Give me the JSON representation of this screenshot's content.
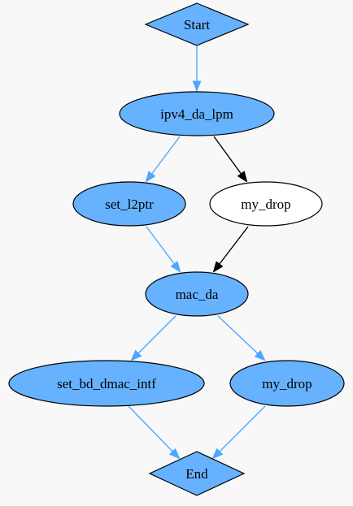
{
  "diagram": {
    "nodes": [
      {
        "id": "start",
        "label": "Start",
        "shape": "diamond",
        "highlighted": true
      },
      {
        "id": "ipv4",
        "label": "ipv4_da_lpm",
        "shape": "ellipse",
        "highlighted": true
      },
      {
        "id": "set_l2ptr",
        "label": "set_l2ptr",
        "shape": "ellipse",
        "highlighted": true
      },
      {
        "id": "my_drop_1",
        "label": "my_drop",
        "shape": "ellipse",
        "highlighted": false
      },
      {
        "id": "mac_da",
        "label": "mac_da",
        "shape": "ellipse",
        "highlighted": true
      },
      {
        "id": "set_bd",
        "label": "set_bd_dmac_intf",
        "shape": "ellipse",
        "highlighted": true
      },
      {
        "id": "my_drop_2",
        "label": "my_drop",
        "shape": "ellipse",
        "highlighted": true
      },
      {
        "id": "end",
        "label": "End",
        "shape": "diamond",
        "highlighted": true
      }
    ],
    "edges": [
      {
        "from": "start",
        "to": "ipv4",
        "highlighted": true
      },
      {
        "from": "ipv4",
        "to": "set_l2ptr",
        "highlighted": true
      },
      {
        "from": "ipv4",
        "to": "my_drop_1",
        "highlighted": false
      },
      {
        "from": "set_l2ptr",
        "to": "mac_da",
        "highlighted": true
      },
      {
        "from": "my_drop_1",
        "to": "mac_da",
        "highlighted": false
      },
      {
        "from": "mac_da",
        "to": "set_bd",
        "highlighted": true
      },
      {
        "from": "mac_da",
        "to": "my_drop_2",
        "highlighted": true
      },
      {
        "from": "set_bd",
        "to": "end",
        "highlighted": true
      },
      {
        "from": "my_drop_2",
        "to": "end",
        "highlighted": true
      }
    ]
  },
  "colors": {
    "background": "#f8f8f8",
    "highlight_fill": "#66b2ff",
    "plain_fill": "#ffffff",
    "node_stroke": "#000000",
    "highlight_edge": "#4da6ff",
    "plain_edge": "#000000"
  }
}
